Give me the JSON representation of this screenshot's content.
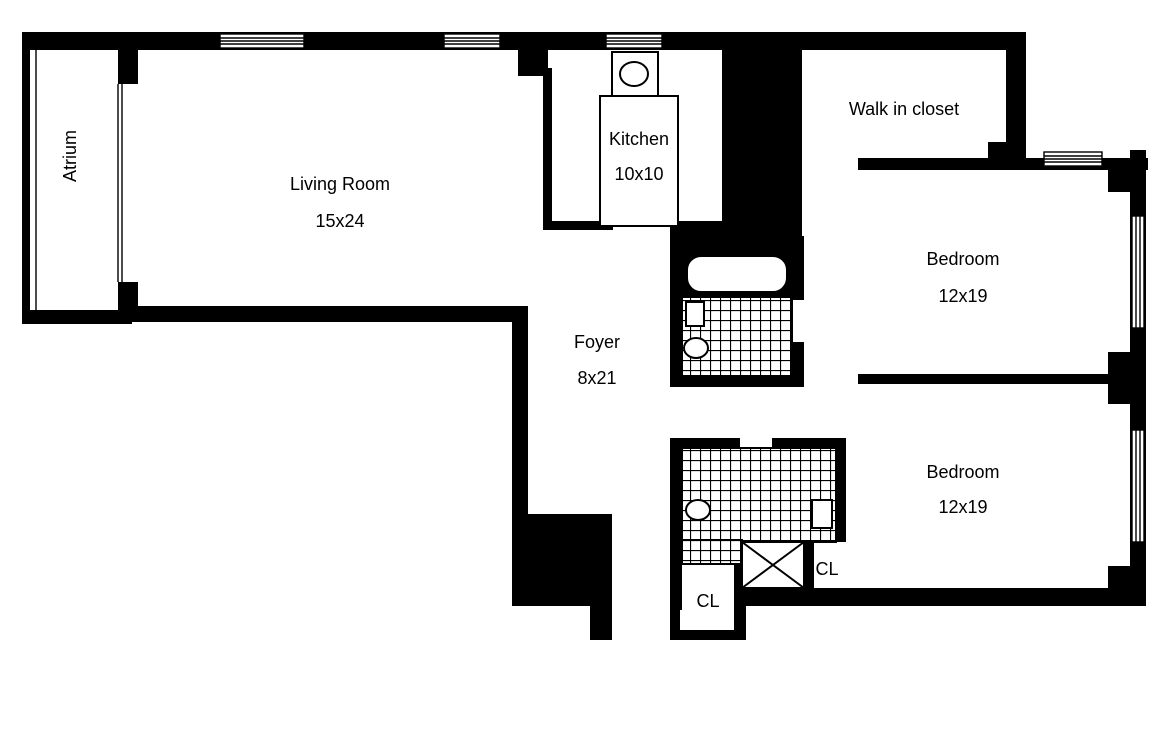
{
  "rooms": {
    "atrium": {
      "name": "Atrium"
    },
    "living": {
      "name": "Living Room",
      "size": "15x24"
    },
    "kitchen": {
      "name": "Kitchen",
      "size": "10x10"
    },
    "closet": {
      "name": "Walk in closet"
    },
    "foyer": {
      "name": "Foyer",
      "size": "8x21"
    },
    "bed1": {
      "name": "Bedroom",
      "size": "12x19"
    },
    "bed2": {
      "name": "Bedroom",
      "size": "12x19"
    },
    "cl1": {
      "name": "CL"
    },
    "cl2": {
      "name": "CL"
    }
  },
  "colors": {
    "wall": "#000000",
    "background": "#ffffff"
  }
}
